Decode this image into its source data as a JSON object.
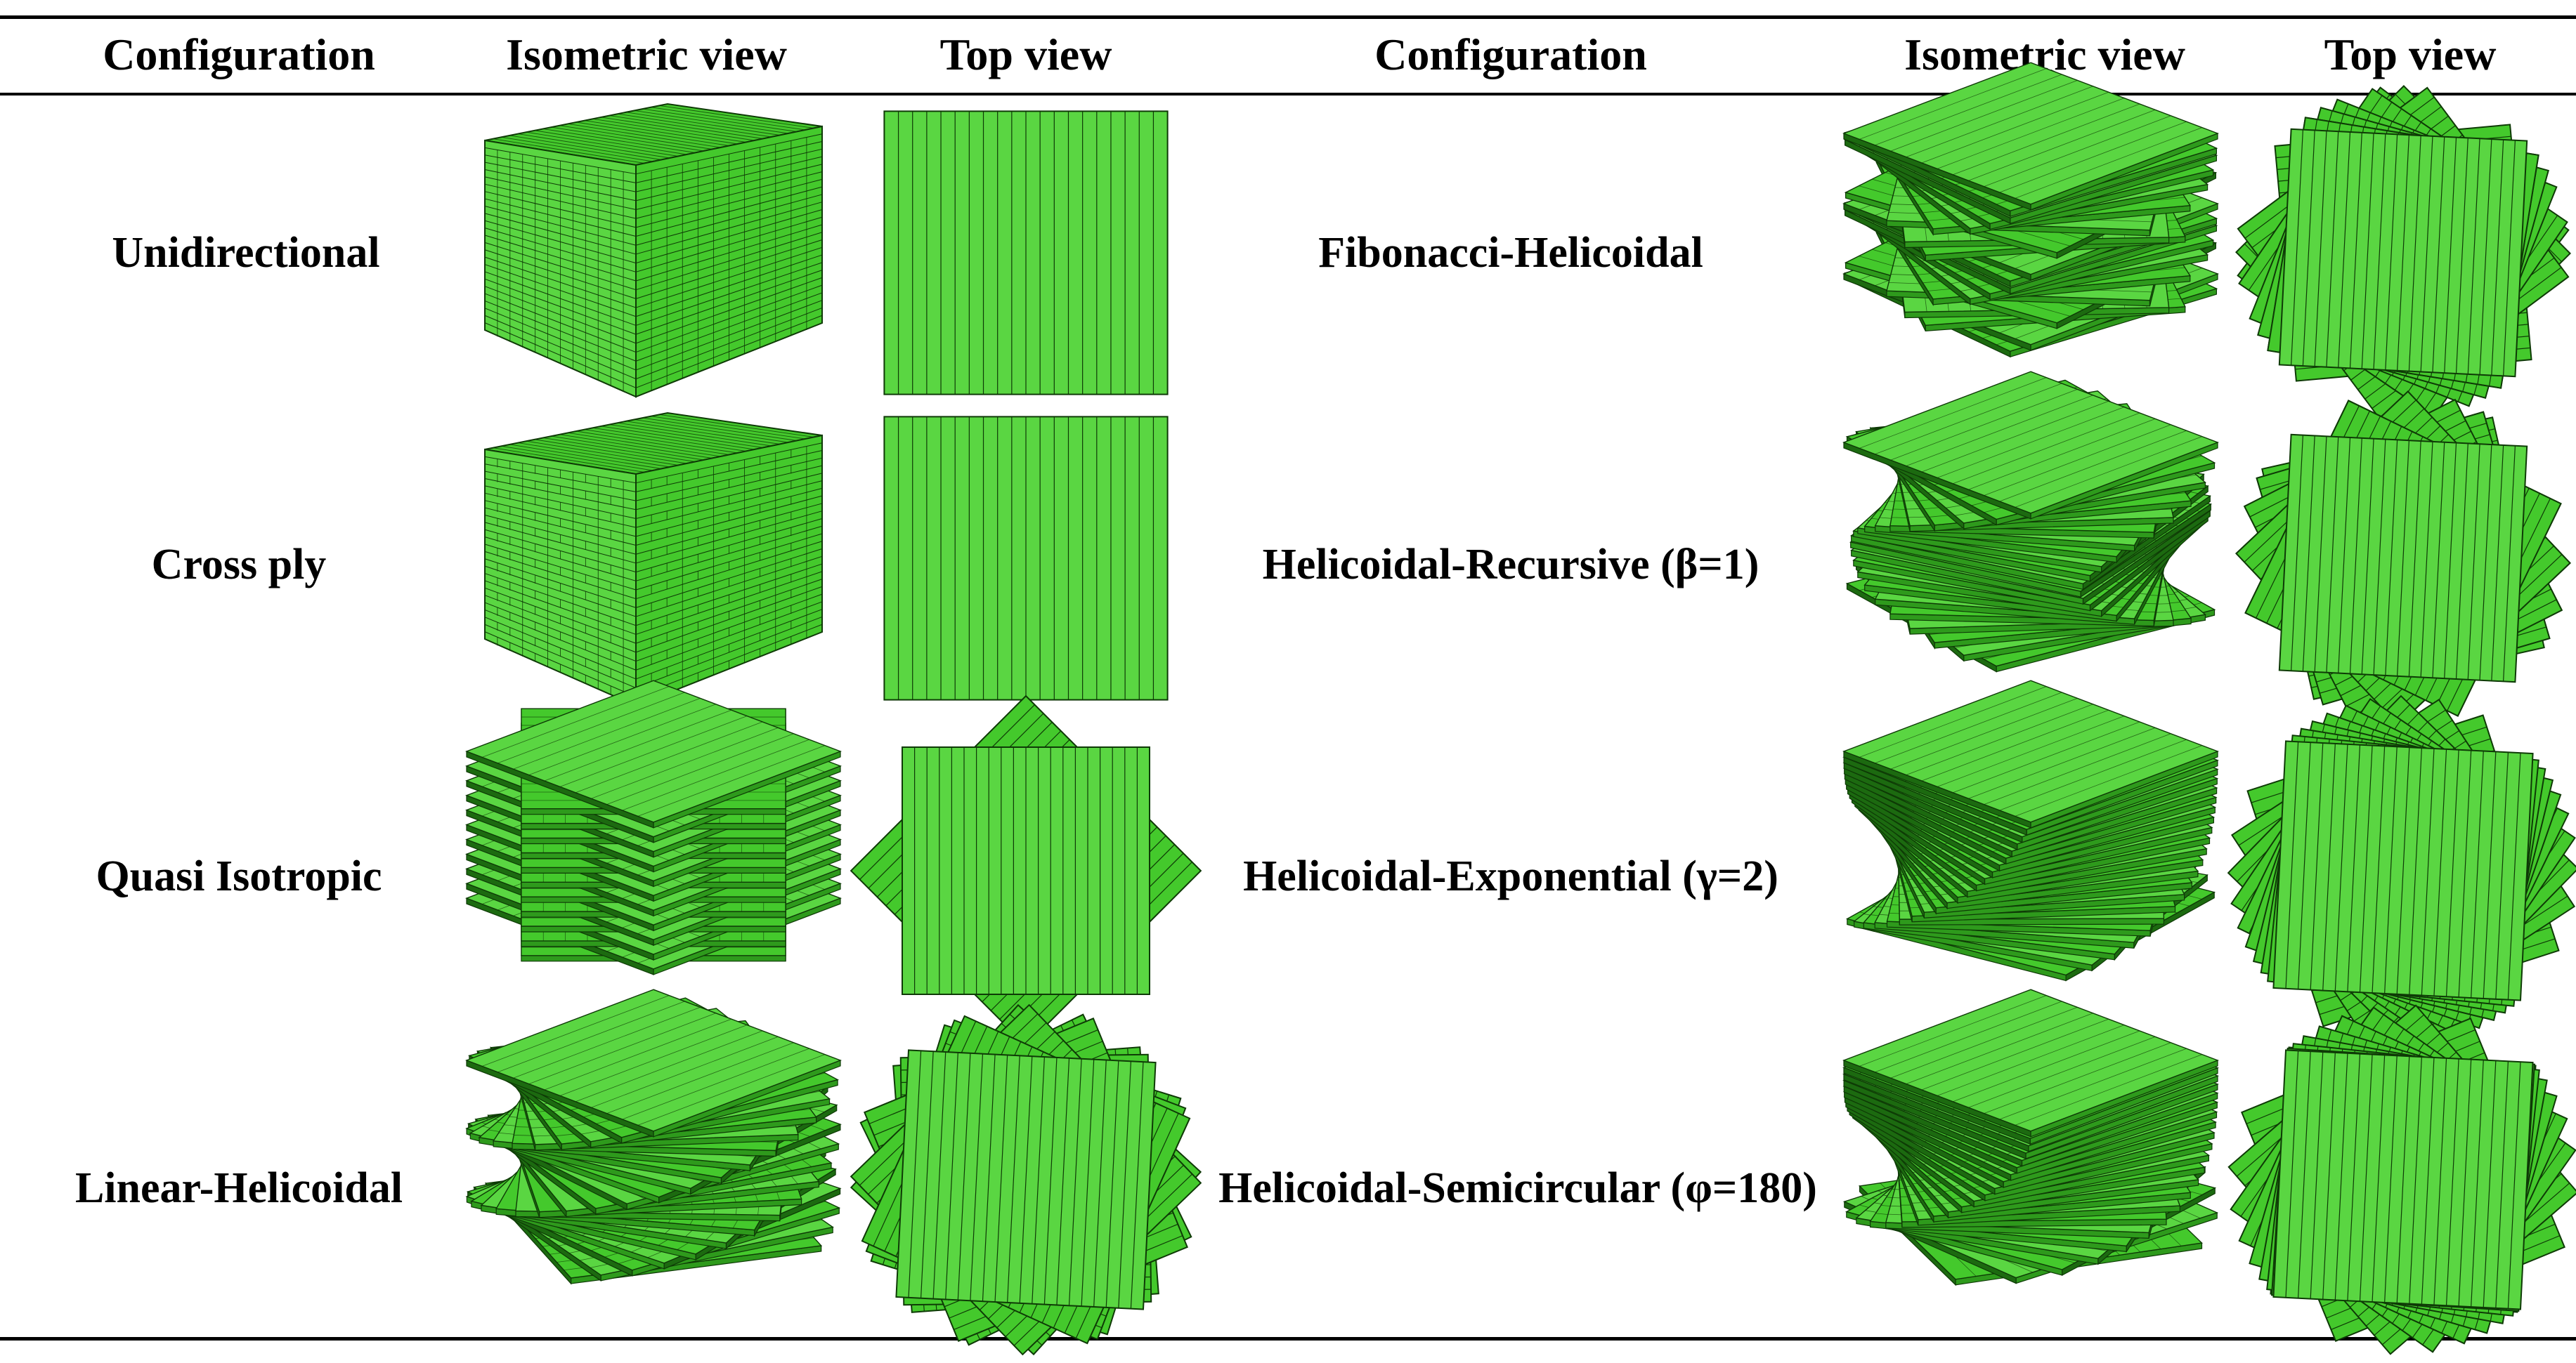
{
  "headers": {
    "left": {
      "configuration": "Configuration",
      "isometric": "Isometric view",
      "top": "Top view"
    },
    "right": {
      "configuration": "Configuration",
      "isometric": "Isometric view",
      "top": "Top view"
    }
  },
  "rows_left": [
    {
      "configuration": "Unidirectional"
    },
    {
      "configuration": "Cross ply"
    },
    {
      "configuration": "Quasi Isotropic"
    },
    {
      "configuration": "Linear-Helicoidal"
    }
  ],
  "rows_right": [
    {
      "configuration": "Fibonacci-Helicoidal"
    },
    {
      "configuration": "Helicoidal-Recursive (β=1)"
    },
    {
      "configuration": "Helicoidal-Exponential (γ=2)"
    },
    {
      "configuration": "Helicoidal-Semicircular (φ=180)"
    }
  ],
  "colors": {
    "face": "#44c92c",
    "face_light": "#5ad642",
    "side": "#2e9a1c",
    "dark": "#1c6a10",
    "edge": "#0e3a06"
  }
}
